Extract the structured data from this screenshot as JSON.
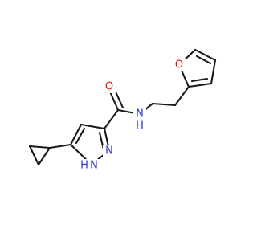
{
  "molecule": {
    "atoms": {
      "carbonyl_oxygen": "O",
      "amide_nitrogen": "N",
      "amide_hydrogen": "H",
      "ring_nitrogen": "N",
      "nh_nitrogen": "N",
      "nh_hydrogen": "H",
      "furan_oxygen": "O"
    },
    "colors": {
      "bond": "#1a1a1a",
      "nitrogen": "#2b31d6",
      "oxygen": "#e0150d"
    }
  }
}
